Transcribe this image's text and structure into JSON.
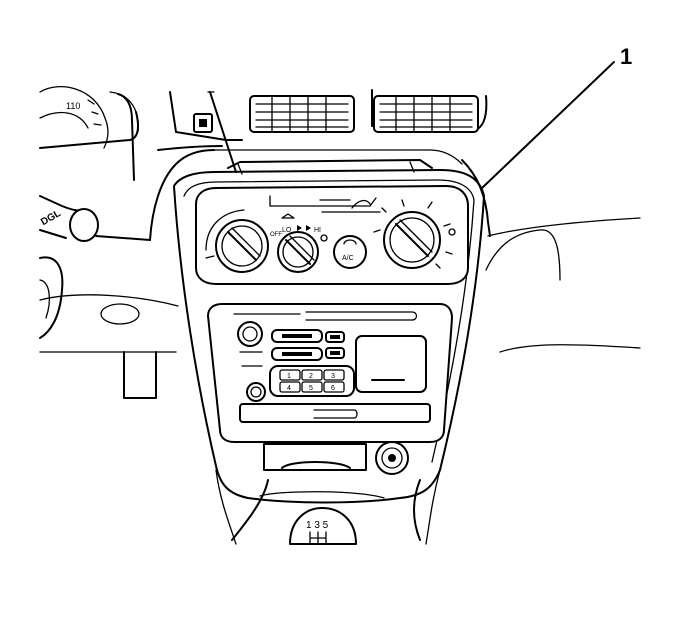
{
  "callout": {
    "number": "1"
  },
  "heater_controls": {
    "mode_knob": {
      "lo_label": "LO",
      "hi_label": "HI"
    },
    "ac_button": {
      "label": "A/C"
    }
  },
  "instrument_cluster": {
    "speed_mark": "110"
  },
  "turn_signal_stalk": {
    "label": "DGL"
  },
  "radio": {
    "preset_buttons": [
      "1",
      "2",
      "3",
      "4",
      "5",
      "6"
    ]
  },
  "shift_pattern": {
    "label": "1 3 5"
  }
}
